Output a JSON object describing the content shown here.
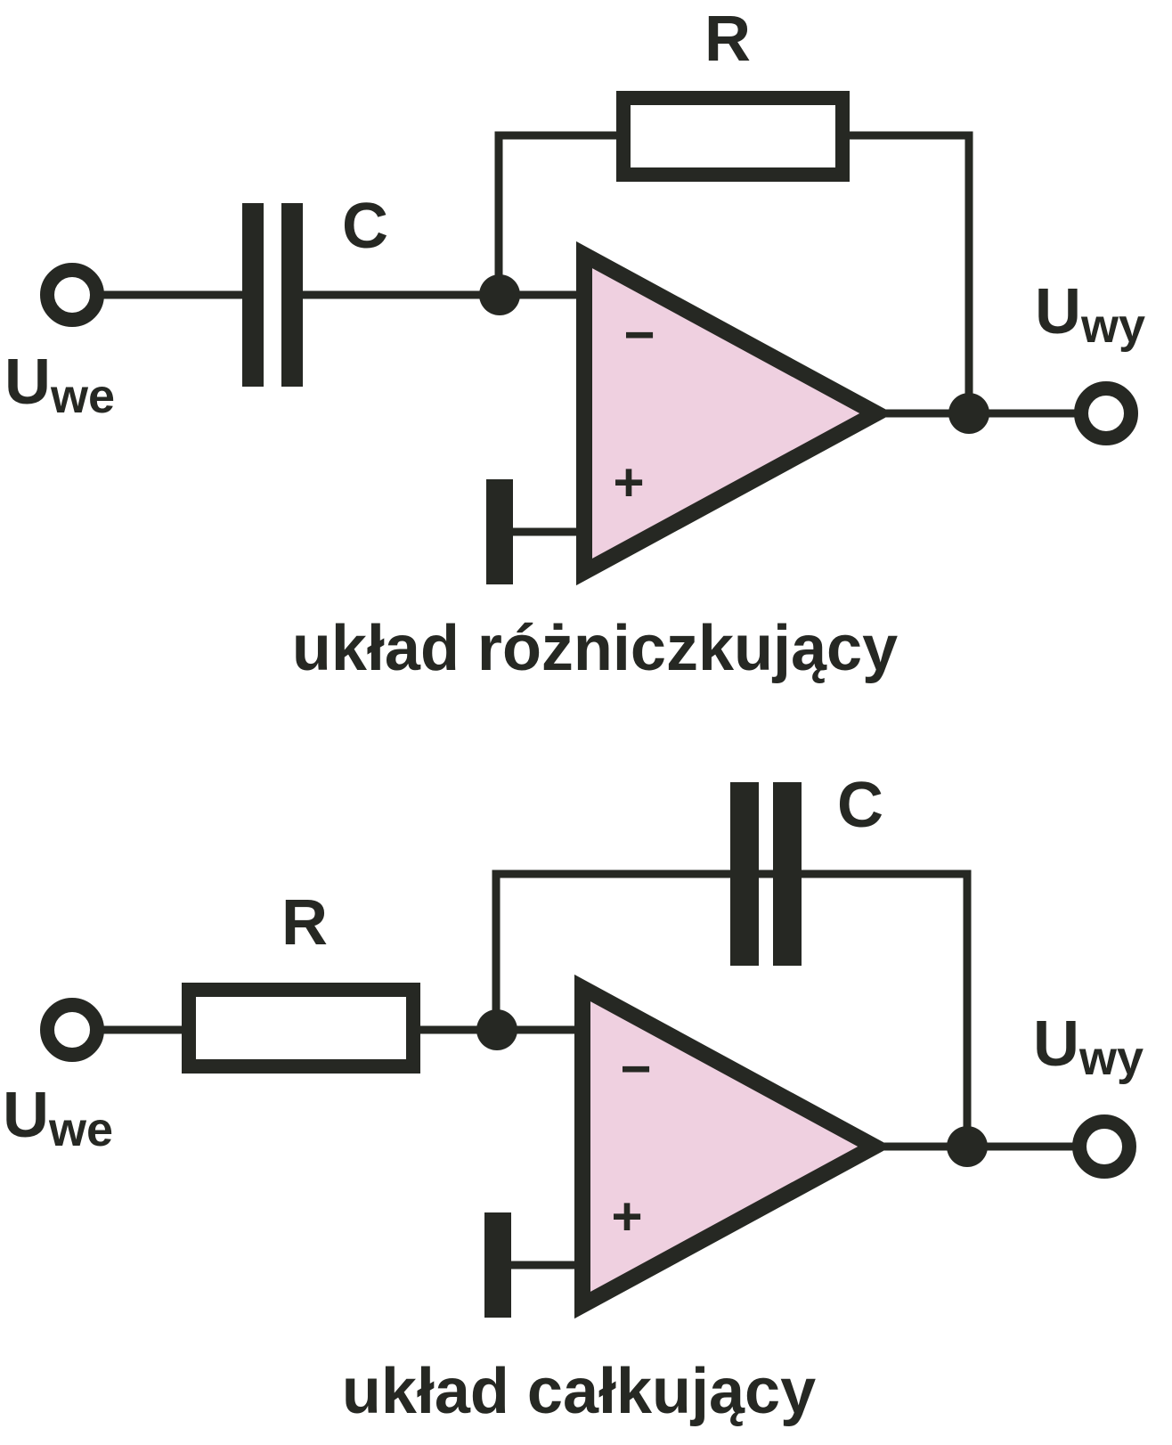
{
  "colors": {
    "ink": "#262823",
    "opamp_fill": "#efd0e0",
    "background": "#ffffff"
  },
  "differentiator": {
    "caption": "układ różniczkujący",
    "feedback_resistor_label": "R",
    "input_capacitor_label": "C",
    "input_label_main": "U",
    "input_label_sub": "we",
    "output_label_main": "U",
    "output_label_sub": "wy",
    "minus_sign": "−",
    "plus_sign": "+"
  },
  "integrator": {
    "caption": "układ całkujący",
    "feedback_capacitor_label": "C",
    "input_resistor_label": "R",
    "input_label_main": "U",
    "input_label_sub": "we",
    "output_label_main": "U",
    "output_label_sub": "wy",
    "minus_sign": "−",
    "plus_sign": "+"
  }
}
